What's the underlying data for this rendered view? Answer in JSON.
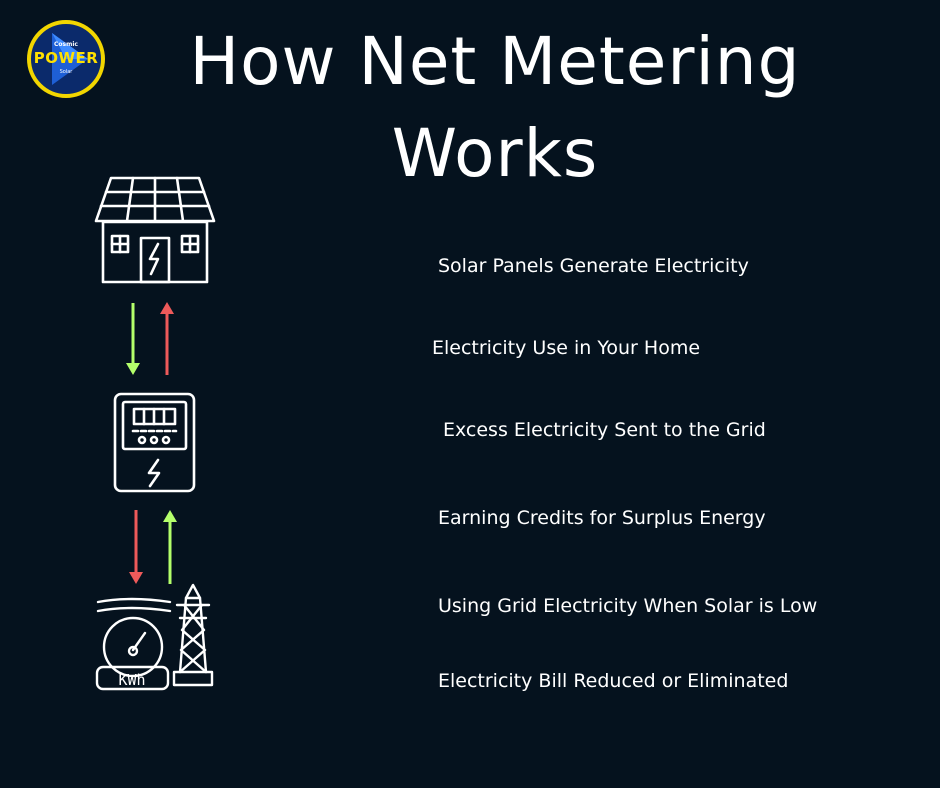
{
  "title": "How Net Metering Works",
  "logo": {
    "top_text": "Cosmic",
    "main_text": "POWER",
    "bottom_text": "Solar"
  },
  "steps": [
    "Solar Panels Generate Electricity",
    "Electricity Use in Your Home",
    "Excess Electricity Sent to the Grid",
    "Earning Credits for Surplus Energy",
    "Using Grid Electricity When Solar is Low",
    "Electricity Bill Reduced or Eliminated"
  ],
  "meter_label": "KWh",
  "colors": {
    "background": "#05121e",
    "arrow_green": "#b4ff6b",
    "arrow_red": "#ee5a5a",
    "logo_ring": "#f2d600",
    "logo_blue": "#1e5fd6"
  },
  "icons": [
    "cosmic-power-logo",
    "solar-house-icon",
    "electric-meter-icon",
    "power-grid-icon",
    "arrow-down-icon",
    "arrow-up-icon"
  ]
}
